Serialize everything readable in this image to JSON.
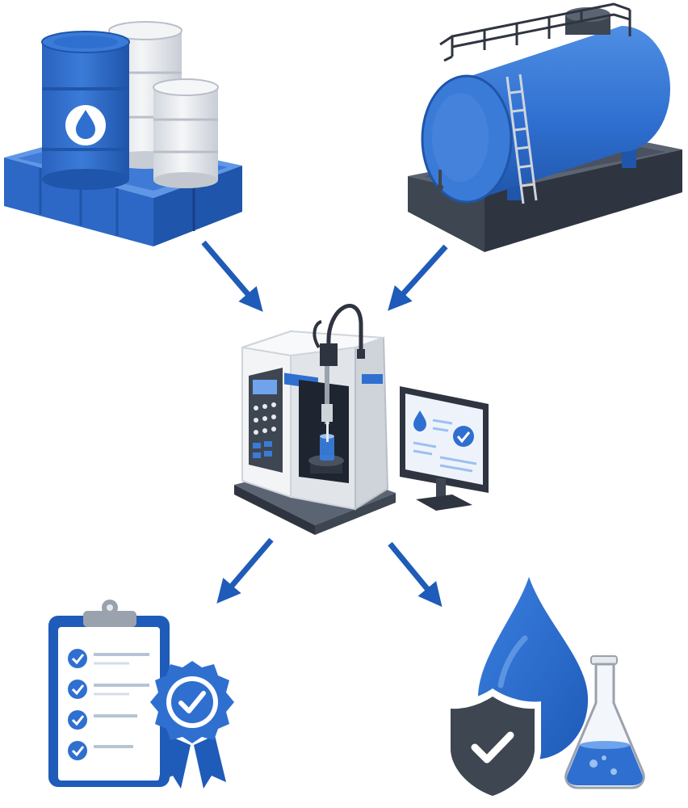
{
  "diagram": {
    "nodes": [
      {
        "id": "drums",
        "icon": "oil-drums-on-spill-pallet-icon"
      },
      {
        "id": "tank",
        "icon": "storage-tank-icon"
      },
      {
        "id": "analyzer",
        "icon": "lab-analyzer-with-monitor-icon"
      },
      {
        "id": "certificate",
        "icon": "checklist-clipboard-with-badge-icon"
      },
      {
        "id": "quality",
        "icon": "water-drop-shield-flask-icon"
      }
    ],
    "edges": [
      {
        "from": "drums",
        "to": "analyzer"
      },
      {
        "from": "tank",
        "to": "analyzer"
      },
      {
        "from": "analyzer",
        "to": "certificate"
      },
      {
        "from": "analyzer",
        "to": "quality"
      }
    ],
    "colors": {
      "primary": "#2f6fd0",
      "primary_dark": "#1f5bb8",
      "light_blue": "#9cc0ef",
      "dark_gray": "#3e4652",
      "silver": "#e6e9ee",
      "white": "#ffffff"
    }
  }
}
